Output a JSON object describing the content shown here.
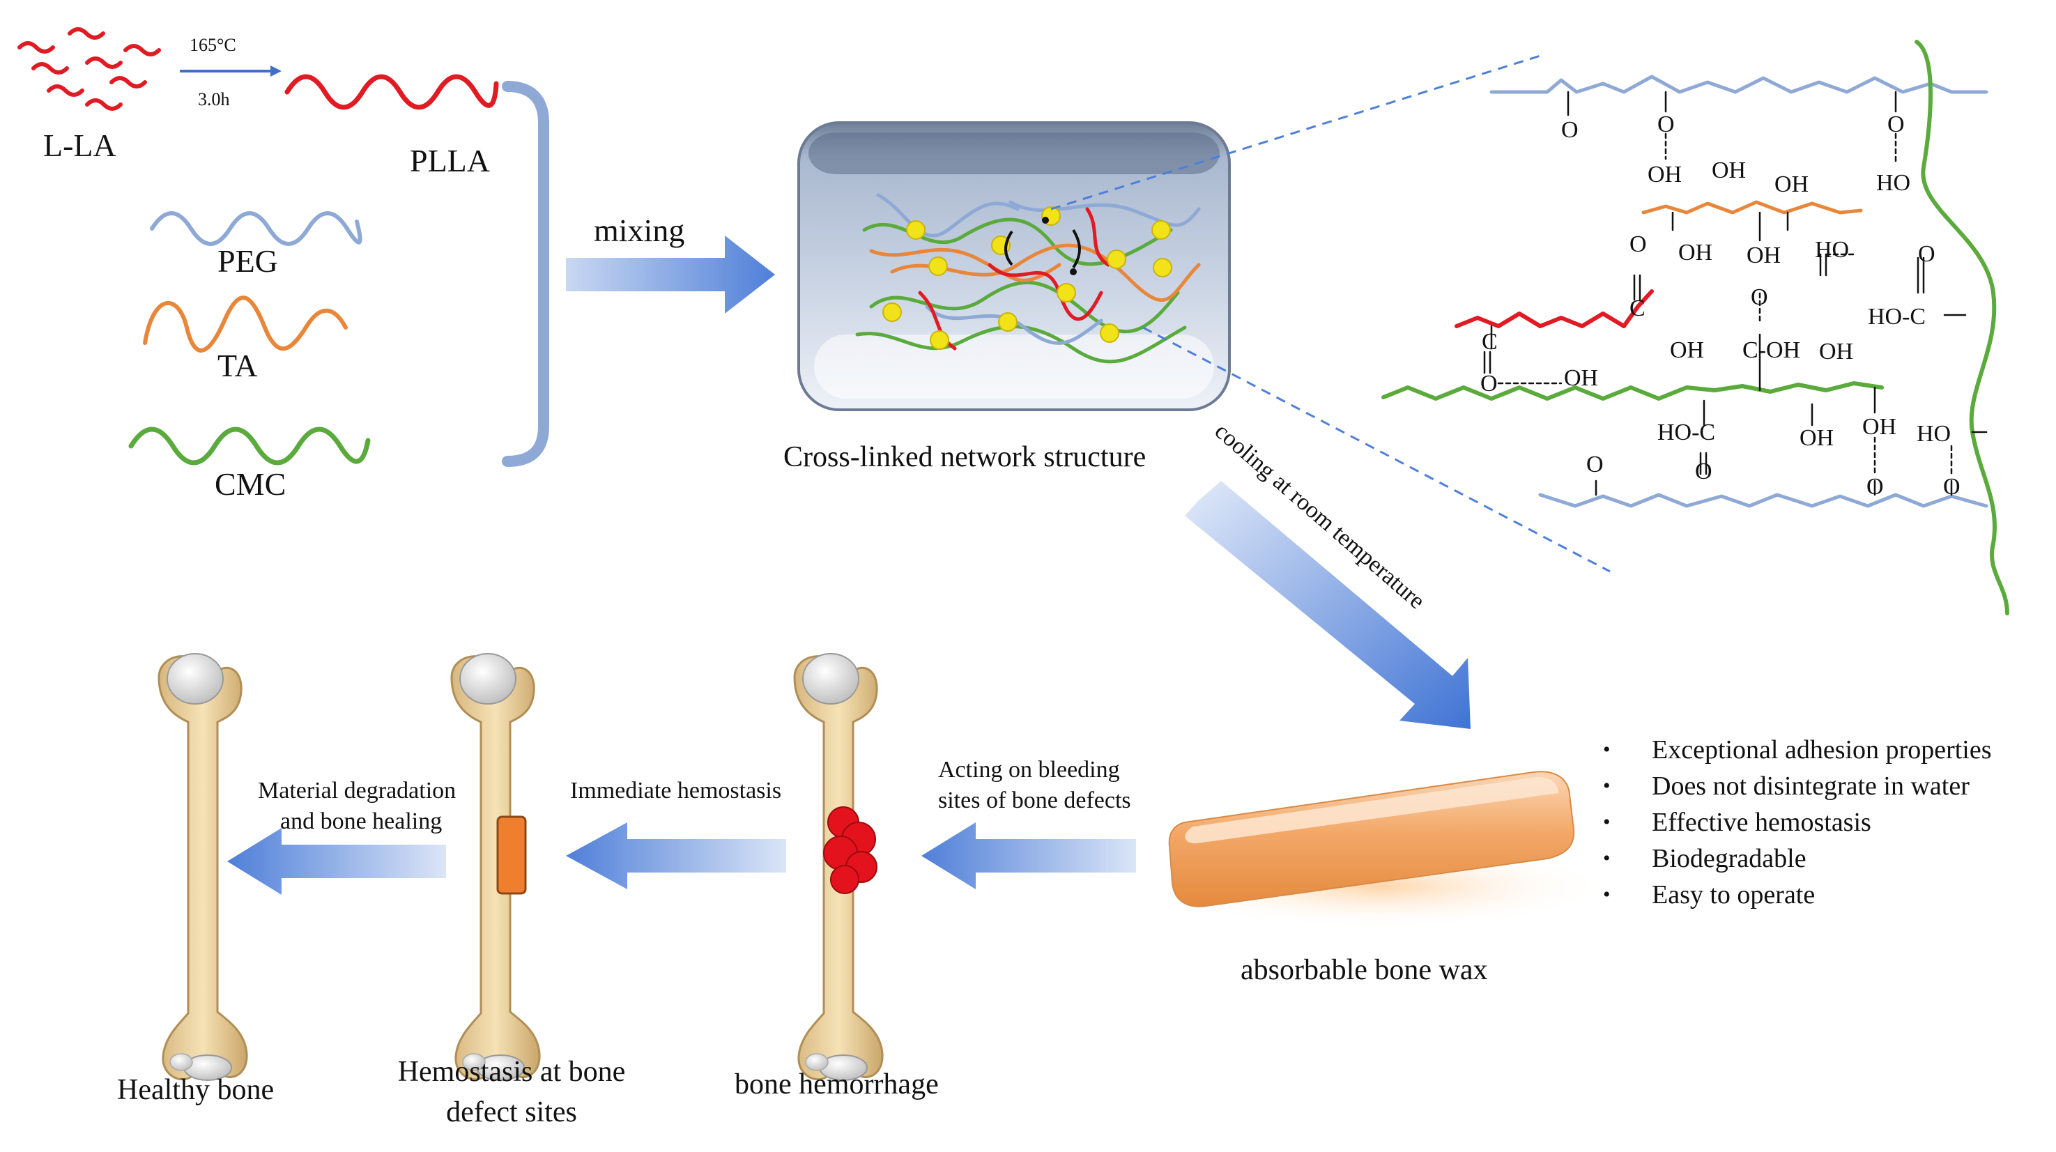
{
  "reaction": {
    "reactant": "L-LA",
    "temperature": "165°C",
    "time": "3.0h",
    "product": "PLLA"
  },
  "components": [
    "PEG",
    "TA",
    "CMC"
  ],
  "colors": {
    "plla": "#e01b24",
    "peg": "#8fa9d6",
    "ta": "#e8863a",
    "cmc": "#5aaa3c",
    "node": "#f2e21a",
    "arrow": "#4f7fd8",
    "wax": "#f2a764"
  },
  "steps": {
    "mixing": "mixing",
    "network": "Cross-linked network structure",
    "cooling": "cooling at room temperature",
    "wax": "absorbable bone wax"
  },
  "properties": [
    "Exceptional adhesion properties",
    "Does not disintegrate in water",
    "Effective hemostasis",
    "Biodegradable",
    "Easy to operate"
  ],
  "chem": {
    "o": "O",
    "oh": "OH",
    "ho": "HO",
    "hoc": "HO-C",
    "c": "C",
    "c_oh": "C-OH"
  },
  "bones": {
    "healthy": "Healthy bone",
    "defect_line1": "Hemostasis at bone",
    "defect_line2": "defect sites",
    "hemorrhage": "bone hemorrhage"
  },
  "arrows": {
    "degradation_line1": "Material degradation",
    "degradation_line2": "and bone healing",
    "immediate": "Immediate hemostasis",
    "acting_line1": "Acting on bleeding",
    "acting_line2": "sites of bone defects"
  }
}
